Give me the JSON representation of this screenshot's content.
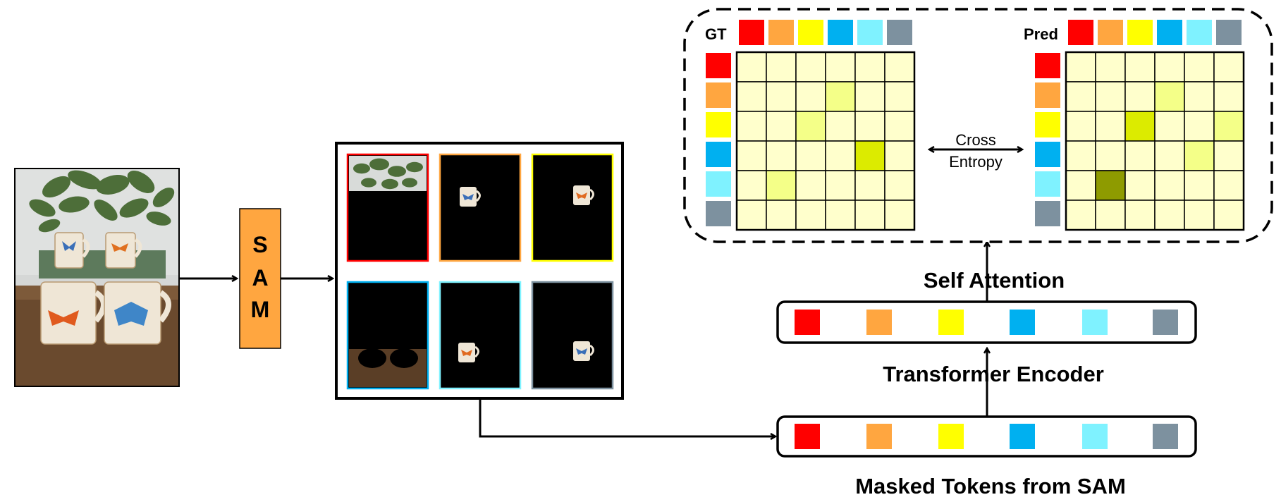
{
  "colors": {
    "red": "#ff0000",
    "orange": "#ffa640",
    "yellow": "#ffff00",
    "blue": "#00b0f0",
    "cyan": "#7ff2ff",
    "gray": "#7d919f",
    "grid_base": "#ffffcc",
    "grid_light": "#f4ff88",
    "grid_mid": "#dceb00",
    "grid_dark": "#8e9b00"
  },
  "token_colors": [
    "red",
    "orange",
    "yellow",
    "blue",
    "cyan",
    "gray"
  ],
  "sam": {
    "letters": [
      "S",
      "A",
      "M"
    ]
  },
  "labels": {
    "self_attention": "Self Attention",
    "transformer_encoder": "Transformer Encoder",
    "masked_tokens": "Masked Tokens from SAM",
    "gt": "GT",
    "pred": "Pred",
    "cross_line1": "Cross",
    "cross_line2": "Entropy"
  },
  "gt_matrix": [
    [
      0,
      0,
      0,
      0,
      0,
      0
    ],
    [
      0,
      0,
      0,
      1,
      0,
      0
    ],
    [
      0,
      0,
      1,
      0,
      0,
      0
    ],
    [
      0,
      0,
      0,
      0,
      2,
      0
    ],
    [
      0,
      1,
      0,
      0,
      0,
      0
    ],
    [
      0,
      0,
      0,
      0,
      0,
      0
    ]
  ],
  "pred_matrix": [
    [
      0,
      0,
      0,
      0,
      0,
      0
    ],
    [
      0,
      0,
      0,
      1,
      0,
      0
    ],
    [
      0,
      0,
      2,
      0,
      0,
      1
    ],
    [
      0,
      0,
      0,
      0,
      1,
      0
    ],
    [
      0,
      3,
      0,
      0,
      0,
      0
    ],
    [
      0,
      0,
      0,
      0,
      0,
      0
    ]
  ],
  "input_image": {
    "subject": "four butterfly mugs with plants"
  },
  "masks": [
    {
      "border": "red",
      "content": "plants"
    },
    {
      "border": "orange",
      "content": "mug-top-left"
    },
    {
      "border": "yellow",
      "content": "mug-top-right"
    },
    {
      "border": "blue",
      "content": "table"
    },
    {
      "border": "cyan",
      "content": "mug-bottom-left"
    },
    {
      "border": "gray",
      "content": "mug-bottom-right"
    }
  ]
}
